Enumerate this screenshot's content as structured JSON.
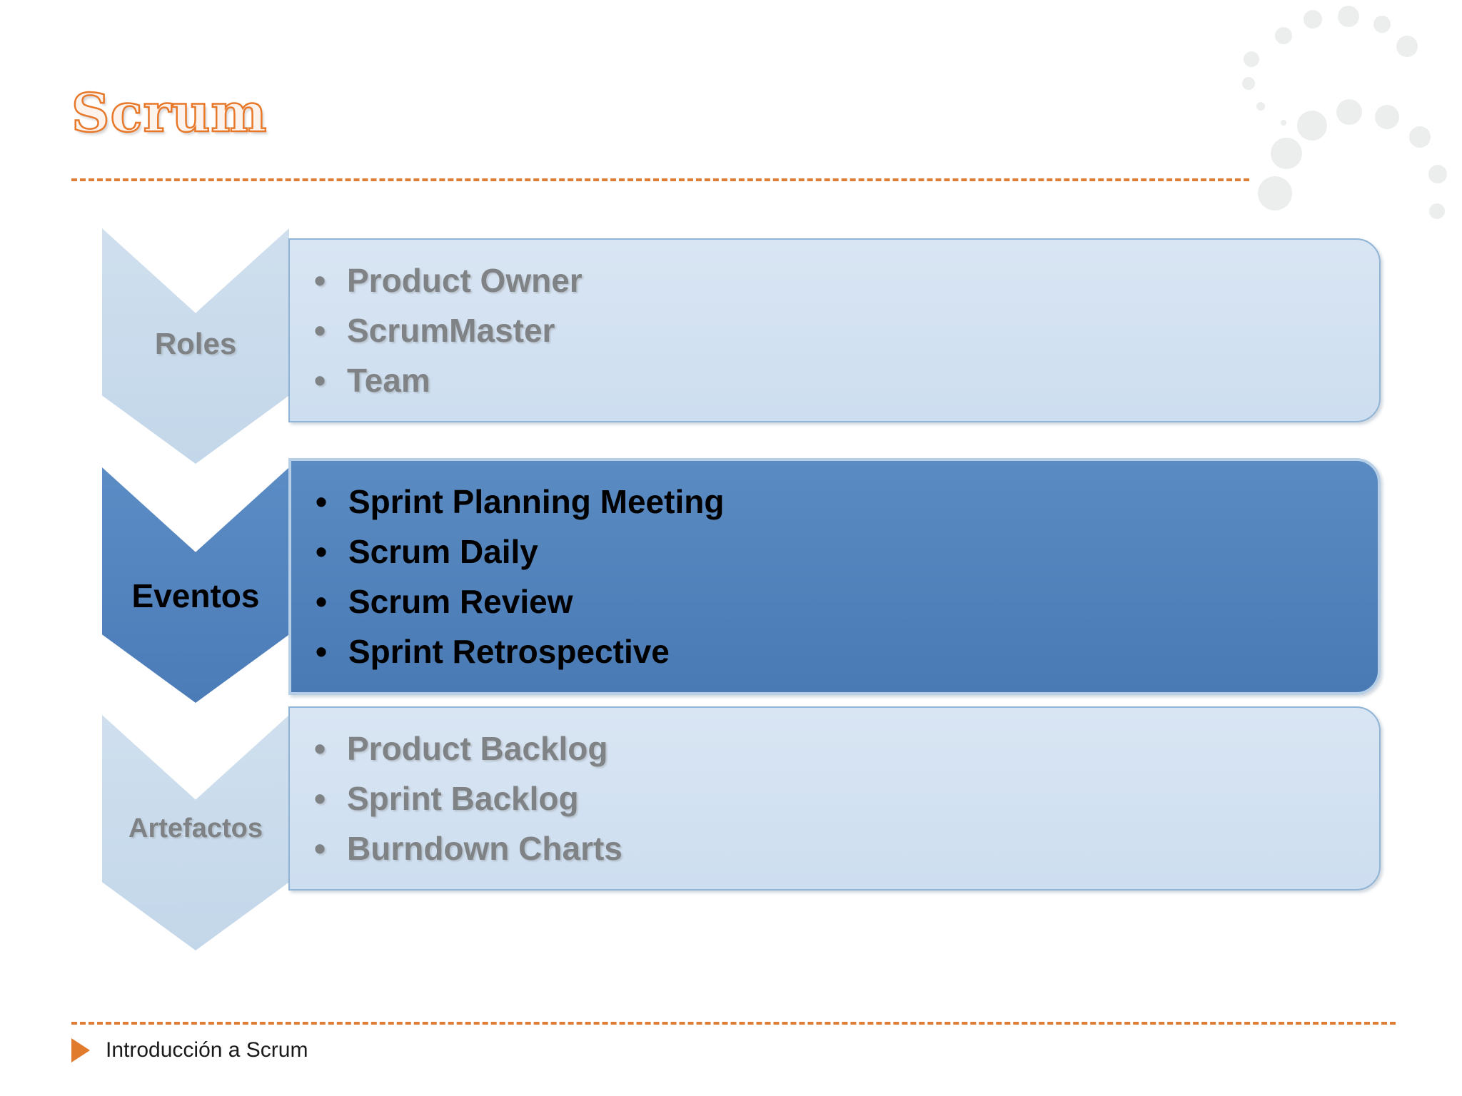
{
  "slide": {
    "title": "Scrum",
    "accent_color": "#e8792b",
    "light_box_color": "#cddef0",
    "dark_box_color": "#4f81bd",
    "light_text_color": "#808385",
    "dark_text_color": "#000000"
  },
  "sections": [
    {
      "label": "Roles",
      "highlighted": false,
      "items": [
        "Product Owner",
        "ScrumMaster",
        "Team"
      ]
    },
    {
      "label": "Eventos",
      "highlighted": true,
      "items": [
        "Sprint Planning Meeting",
        "Scrum Daily",
        "Scrum Review",
        "Sprint Retrospective"
      ]
    },
    {
      "label": "Artefactos",
      "highlighted": false,
      "items": [
        "Product Backlog",
        "Sprint Backlog",
        "Burndown Charts"
      ]
    }
  ],
  "bullet_glyph": "•",
  "footer": {
    "text": "Introducción a Scrum",
    "marker_icon": "triangle-right-icon",
    "marker_color": "#e07b2e"
  }
}
